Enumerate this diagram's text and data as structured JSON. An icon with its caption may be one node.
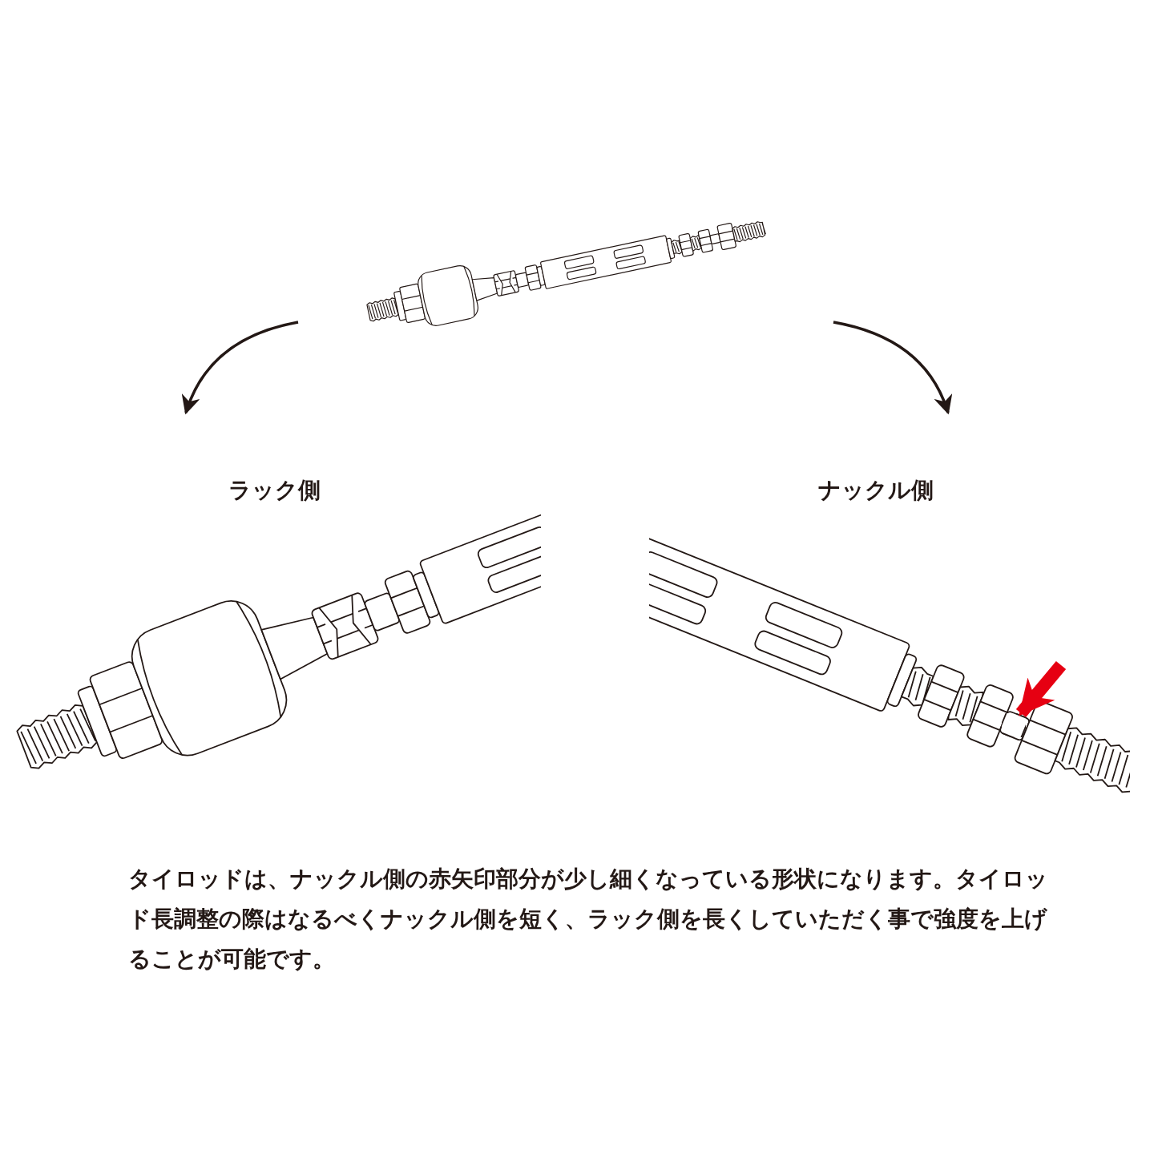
{
  "diagram": {
    "nodes": [
      {
        "text": [],
        "shape": "picture"
      },
      {
        "text": [
          "ラック側"
        ]
      },
      {
        "text": [
          "ナックル側"
        ]
      },
      {
        "text": [],
        "shape": "bar",
        "in": 2
      }
    ],
    "edges": [
      {
        "from": 0,
        "to": 1,
        "arrow": "to"
      },
      {
        "from": 0,
        "to": 2,
        "arrow": "to"
      },
      {
        "from": null,
        "to": 3,
        "arrow": "to",
        "style": "thick",
        "color": "#e60012"
      }
    ],
    "labels": [
      "タイロッドは、ナックル側の赤矢印部分が少し細くなっている形状になります。タイロッド長調整の際はなるべくナックル側を短く、ラック側を長くしていただく事で強度を上げることが可能です。"
    ]
  }
}
